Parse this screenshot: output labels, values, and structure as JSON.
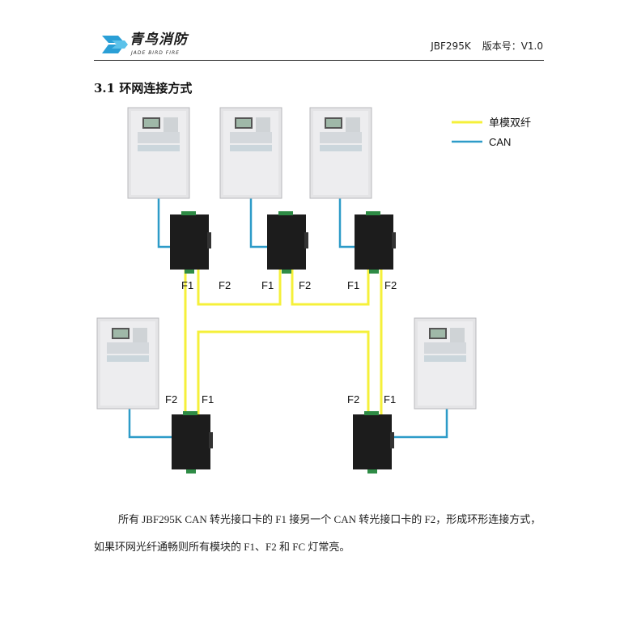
{
  "header": {
    "logo_cn": "青鸟消防",
    "logo_en": "JADE BIRD FIRE",
    "model": "JBF295K",
    "version": "版本号：V1.0"
  },
  "section_title": "3.1 环网连接方式",
  "legend": [
    {
      "label": "单模双纤",
      "color": "#f5f03a"
    },
    {
      "label": "CAN",
      "color": "#2d9bc8"
    }
  ],
  "port_labels": {
    "f1": "F1",
    "f2": "F2"
  },
  "paragraph": [
    "所有 JBF295K CAN 转光接口卡的 F1 接另一个 CAN 转光接口卡的 F2，形成环形连接方式，",
    "如果环网光纤通畅则所有模块的 F1、F2 和 FC 灯常亮。"
  ]
}
